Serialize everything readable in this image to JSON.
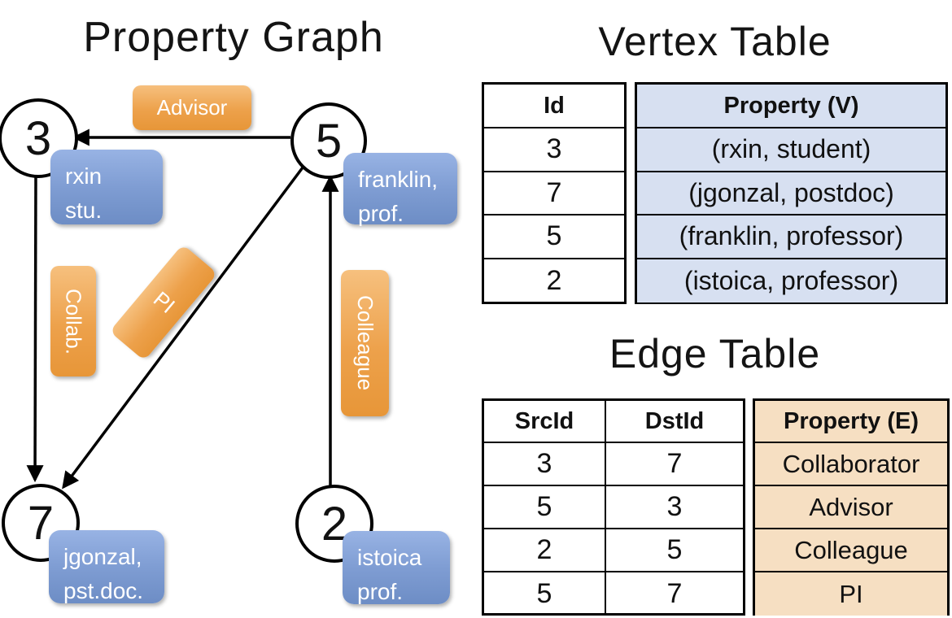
{
  "graph": {
    "title": "Property Graph",
    "nodes": [
      {
        "label": "3"
      },
      {
        "label": "5"
      },
      {
        "label": "7"
      },
      {
        "label": "2"
      }
    ],
    "vertex_boxes": [
      {
        "line1": "rxin",
        "line2": "stu."
      },
      {
        "line1": "franklin,",
        "line2": "prof."
      },
      {
        "line1": "jgonzal,",
        "line2": "pst.doc."
      },
      {
        "line1": "istoica",
        "line2": "prof."
      }
    ],
    "edge_labels": {
      "advisor": "Advisor",
      "collab": "Collab.",
      "pi": "PI",
      "colleague": "Colleague"
    }
  },
  "vertex_table": {
    "title": "Vertex Table",
    "headers": {
      "id": "Id",
      "property": "Property (V)"
    },
    "rows": [
      {
        "id": "3",
        "property": "(rxin, student)"
      },
      {
        "id": "7",
        "property": "(jgonzal, postdoc)"
      },
      {
        "id": "5",
        "property": "(franklin, professor)"
      },
      {
        "id": "2",
        "property": "(istoica, professor)"
      }
    ]
  },
  "edge_table": {
    "title": "Edge Table",
    "headers": {
      "src": "SrcId",
      "dst": "DstId",
      "property": "Property (E)"
    },
    "rows": [
      {
        "src": "3",
        "dst": "7",
        "property": "Collaborator"
      },
      {
        "src": "5",
        "dst": "3",
        "property": "Advisor"
      },
      {
        "src": "2",
        "dst": "5",
        "property": "Colleague"
      },
      {
        "src": "5",
        "dst": "7",
        "property": "PI"
      }
    ]
  },
  "colors": {
    "edge_label_orange": "#EDA14B",
    "vertex_label_blue": "#7F9DD3",
    "vertex_property_cell": "#D7E0F1",
    "edge_property_cell": "#F6DFC2",
    "line_black": "#000000"
  }
}
